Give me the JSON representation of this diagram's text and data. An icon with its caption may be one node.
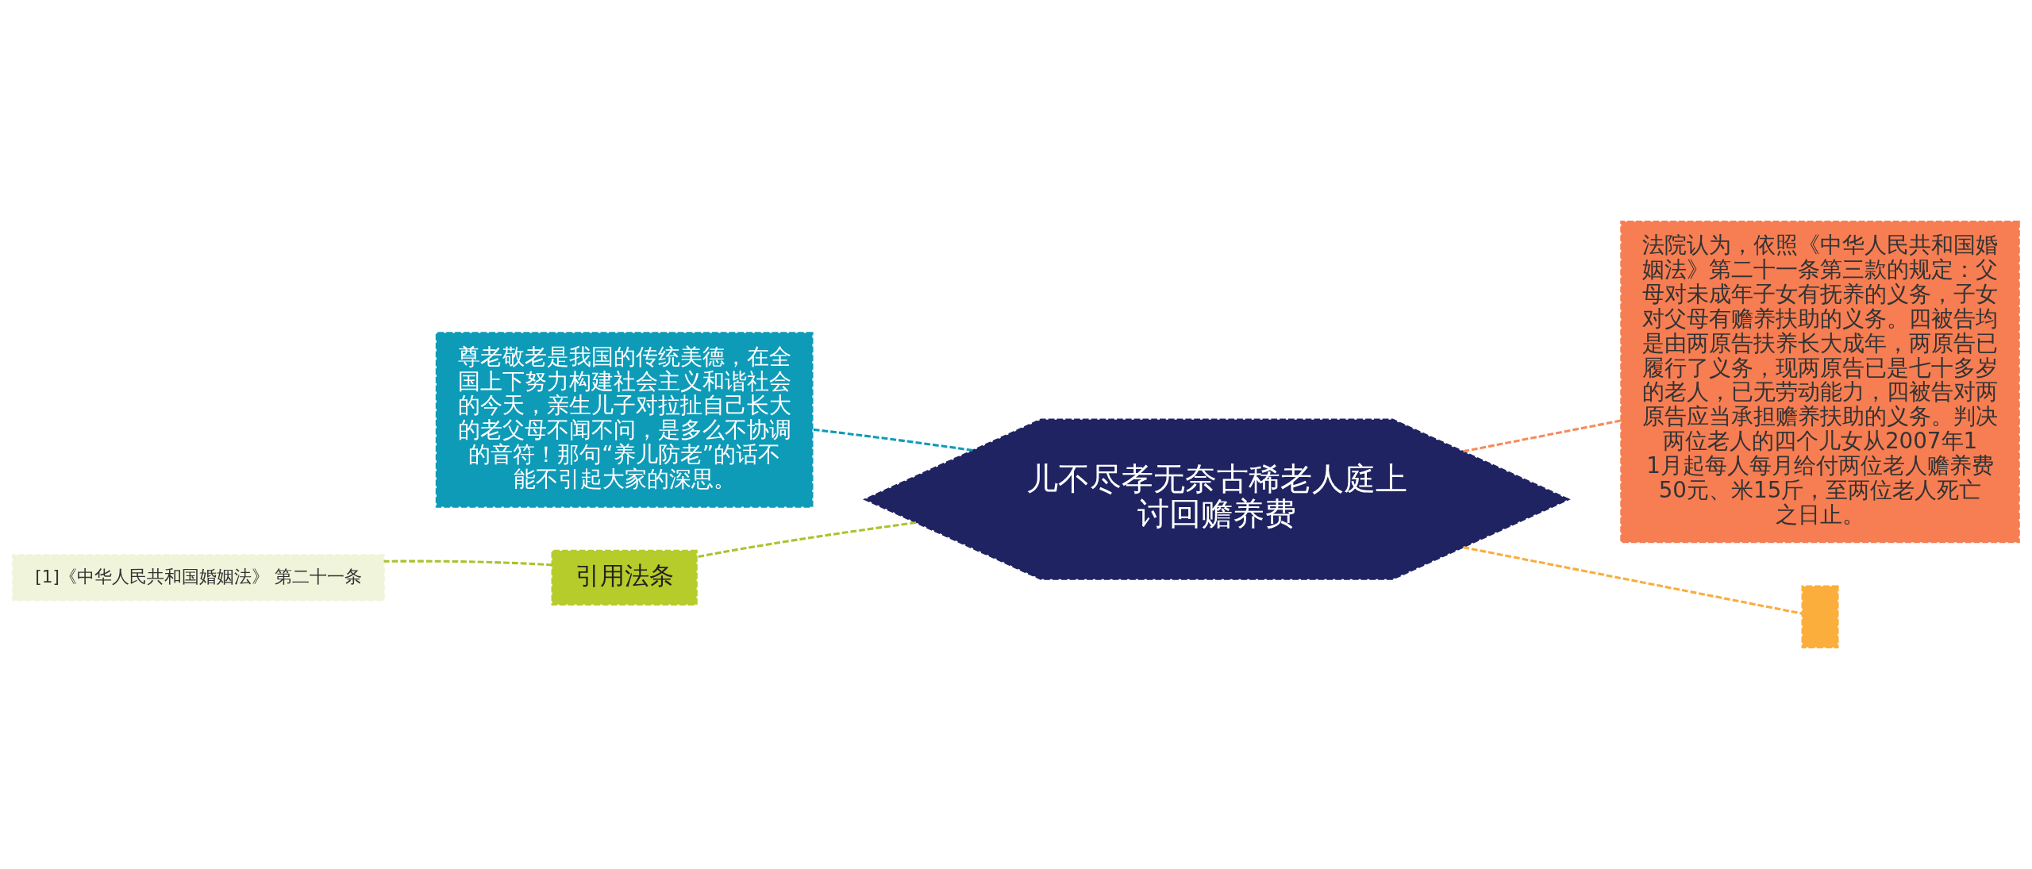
{
  "diagram": {
    "nodes": [
      {
        "text": [
          "儿不尽孝无奈古稀老人庭上讨回赡养费"
        ]
      },
      {
        "text": [
          "尊老敬老是我国的传统美德，在全国上下努力构建社会主义和谐社会的今天，亲生儿子对拉扯自己长大的老父母不闻不问，是多么不协调的音符！那句“养儿防老”的话不能不引起大家的深思。"
        ]
      },
      {
        "text": [
          "引用法条"
        ]
      },
      {
        "text": [
          "[1]《中华人民共和国婚姻法》 第二十一条"
        ]
      },
      {
        "text": [
          "法院认为，依照《中华人民共和国婚姻法》第二十一条第三款的规定：父母对未成年子女有抚养的义务，子女对父母有赡养扶助的义务。四被告均是由两原告扶养长大成年，两原告已履行了义务，现两原告已是七十多岁的老人，已无劳动能力，四被告对两原告应当承担赡养扶助的义务。判决两位老人的四个儿女从2007年11月起每人每月给付两位老人赡养费50元、米15斤，至两位老人死亡之日止。"
        ]
      },
      {
        "text": [],
        "shape": "box"
      }
    ],
    "edges": [
      {
        "from": 0,
        "to": 1,
        "arrow": "none",
        "style": "dashed",
        "color": "#0e9bb8"
      },
      {
        "from": 0,
        "to": 2,
        "arrow": "none",
        "style": "dashed",
        "color": "#a8c42c"
      },
      {
        "from": 2,
        "to": 3,
        "arrow": "none",
        "style": "dashed",
        "color": "#a8c42c"
      },
      {
        "from": 0,
        "to": 4,
        "arrow": "none",
        "style": "dashed",
        "color": "#f68b5a"
      },
      {
        "from": 0,
        "to": 5,
        "arrow": "none",
        "style": "dashed",
        "color": "#f9ad3c"
      }
    ]
  }
}
